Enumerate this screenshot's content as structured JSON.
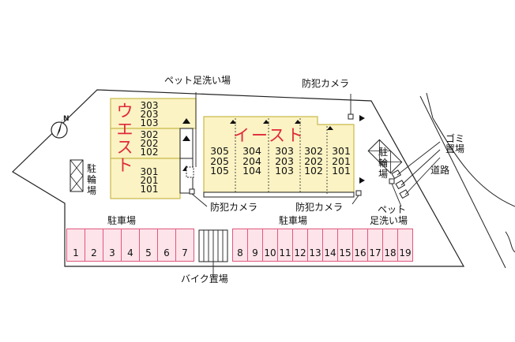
{
  "labels": {
    "pet_wash_top": "ペット足洗い場",
    "camera_top": "防犯カメラ",
    "camera_left": "防犯カメラ",
    "camera_right": "防犯カメラ",
    "pet_wash_right_1": "ペット",
    "pet_wash_right_2": "足洗い場",
    "garbage": "ゴミ置場",
    "bike_parking_left": "駐輪場",
    "bike_parking_right": "駐輪場",
    "road": "道路",
    "parking_left": "駐車場",
    "parking_right": "駐車場",
    "motorbike": "バイク置場",
    "compass_n": "N"
  },
  "buildings": {
    "west": {
      "name": "ウエスト",
      "rooms": [
        "303",
        "203",
        "103",
        "302",
        "202",
        "102",
        "301",
        "201",
        "101"
      ]
    },
    "east": {
      "name": "イースト",
      "units": [
        {
          "col": [
            "305",
            "205",
            "105"
          ]
        },
        {
          "col": [
            "304",
            "204",
            "104"
          ]
        },
        {
          "col": [
            "303",
            "203",
            "103"
          ]
        },
        {
          "col": [
            "302",
            "202",
            "102"
          ]
        },
        {
          "col": [
            "301",
            "201",
            "101"
          ]
        }
      ]
    }
  },
  "parking": {
    "left": [
      "1",
      "2",
      "3",
      "4",
      "5",
      "6",
      "7"
    ],
    "right": [
      "8",
      "9",
      "10",
      "11",
      "12",
      "13",
      "14",
      "15",
      "16",
      "17",
      "18",
      "19"
    ]
  },
  "colors": {
    "building_fill": "#fbf3c4",
    "building_stroke": "#c9b94a",
    "parking_fill": "#fde4ea",
    "parking_stroke": "#e0577c",
    "accent_red": "#e0293a"
  }
}
